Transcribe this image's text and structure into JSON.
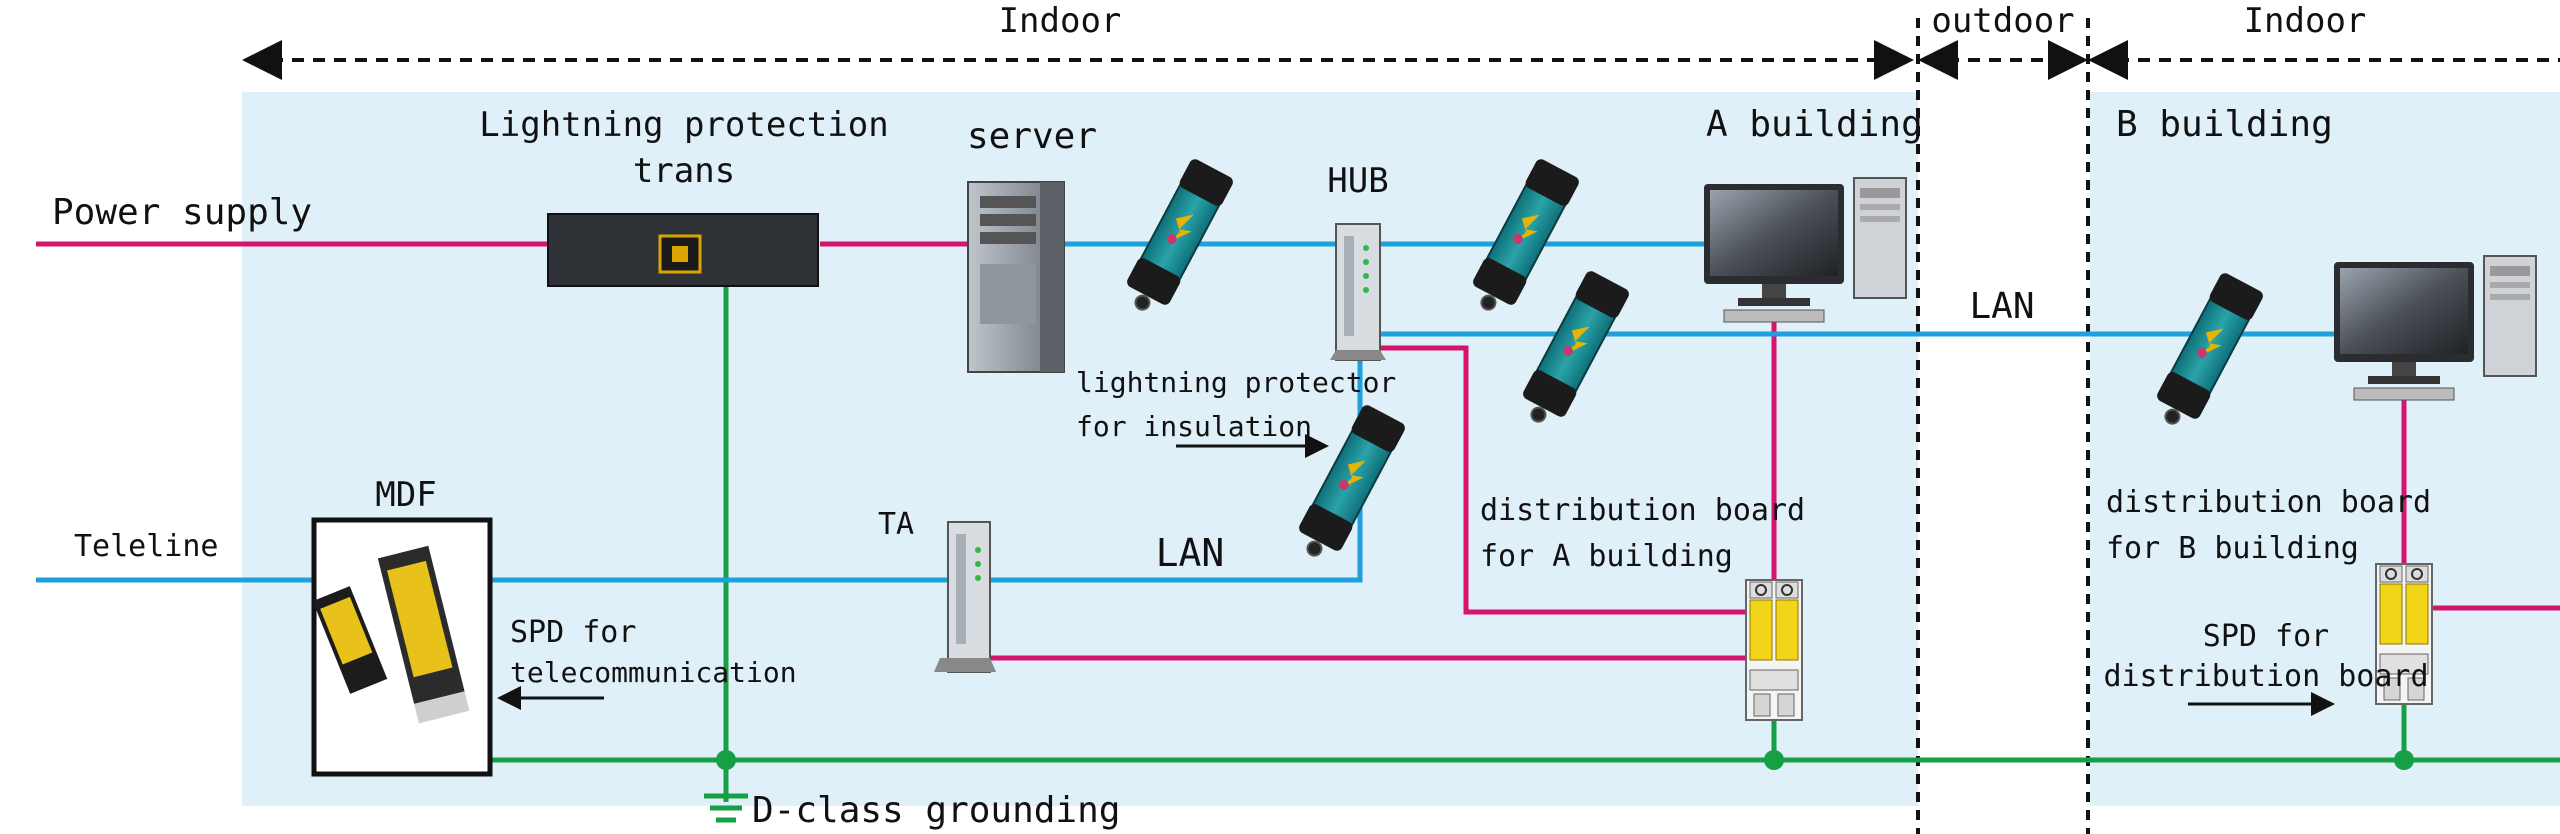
{
  "zones": {
    "indoor_left": "Indoor",
    "outdoor": "outdoor",
    "indoor_right": "Indoor"
  },
  "buildings": {
    "a": "A building",
    "b": "B building"
  },
  "lines": {
    "power": "Power supply",
    "tele": "Teleline"
  },
  "devices": {
    "trans_line1": "Lightning protection",
    "trans_line2": "trans",
    "server": "server",
    "hub": "HUB",
    "mdf": "MDF",
    "ta": "TA"
  },
  "annotations": {
    "lan_1": "LAN",
    "lan_2": "LAN",
    "insulation_line1": "lightning protector",
    "insulation_line2": "for insulation",
    "dist_a_line1": "distribution board",
    "dist_a_line2": "for A building",
    "dist_b_line1": "distribution board",
    "dist_b_line2": "for B building",
    "spd_tele_line1": "SPD for",
    "spd_tele_line2": "telecommunication",
    "spd_dist_line1": "SPD for",
    "spd_dist_line2": "distribution board",
    "grounding": "D-class grounding"
  },
  "colors": {
    "indoor_bg": "#dff0f8",
    "power_line": "#d6146e",
    "lan_line": "#1ea0dc",
    "ground_line": "#15a046",
    "protector_body": "#1a7f86"
  }
}
